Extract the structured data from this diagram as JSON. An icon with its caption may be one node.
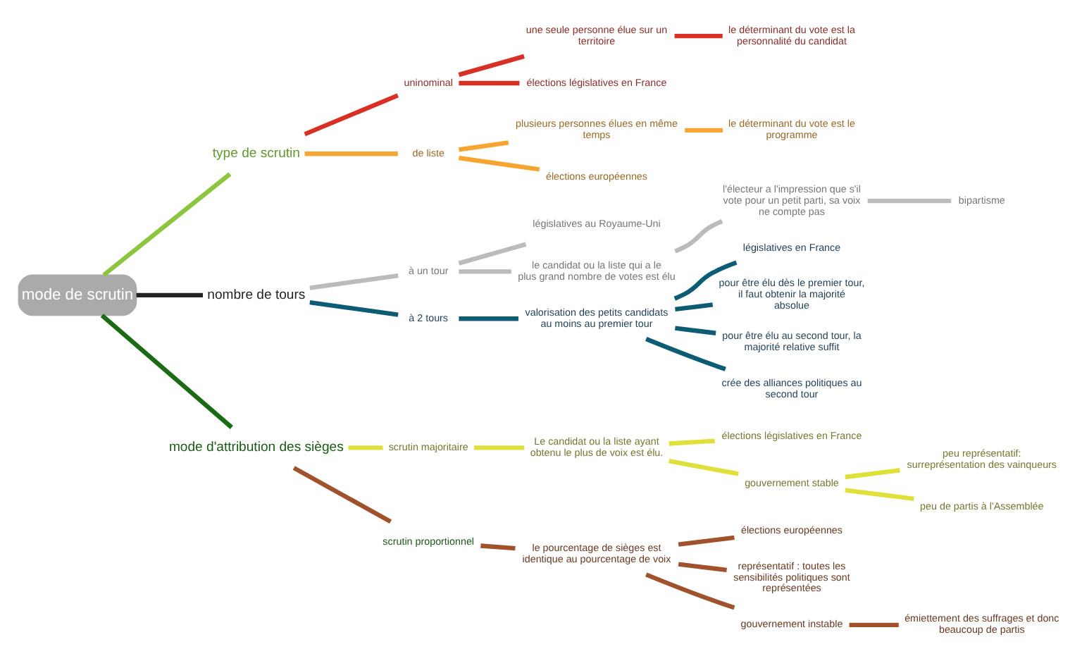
{
  "diagram": {
    "nodes": [
      {
        "text": [
          "mode de scrutin"
        ]
      },
      {
        "text": [
          "type de scrutin"
        ]
      },
      {
        "text": [
          "uninominal"
        ]
      },
      {
        "text": [
          "une seule personne élue sur un territoire"
        ]
      },
      {
        "text": [
          "le déterminant du vote est la personnalité du candidat"
        ]
      },
      {
        "text": [
          "élections législatives en France"
        ]
      },
      {
        "text": [
          "de liste"
        ]
      },
      {
        "text": [
          "plusieurs personnes élues en même temps"
        ]
      },
      {
        "text": [
          "le déterminant du vote est le programme"
        ]
      },
      {
        "text": [
          "élections européennes"
        ]
      },
      {
        "text": [
          "nombre de tours"
        ]
      },
      {
        "text": [
          "à un tour"
        ]
      },
      {
        "text": [
          "législatives au Royaume-Uni"
        ]
      },
      {
        "text": [
          "le candidat ou la liste qui a le plus grand nombre de votes est élu"
        ]
      },
      {
        "text": [
          "l'électeur a l'impression que s'il vote pour un petit parti, sa voix ne compte pas"
        ]
      },
      {
        "text": [
          "bipartisme"
        ]
      },
      {
        "text": [
          "à 2 tours"
        ]
      },
      {
        "text": [
          "valorisation des petits candidats au moins au premier tour"
        ]
      },
      {
        "text": [
          "législatives en France"
        ]
      },
      {
        "text": [
          "pour être élu dès le premier tour, il faut obtenir la majorité absolue"
        ]
      },
      {
        "text": [
          "pour être élu au second tour, la majorité relative suffit"
        ]
      },
      {
        "text": [
          "crée des alliances politiques au second tour"
        ]
      },
      {
        "text": [
          "mode d'attribution des sièges"
        ]
      },
      {
        "text": [
          "scrutin majoritaire"
        ]
      },
      {
        "text": [
          "Le candidat ou la liste ayant obtenu le plus de voix est élu."
        ]
      },
      {
        "text": [
          "élections législatives en France"
        ]
      },
      {
        "text": [
          "gouvernement stable"
        ]
      },
      {
        "text": [
          "peu représentatif: surreprésentation des vainqueurs"
        ]
      },
      {
        "text": [
          "peu de partis à l'Assemblée"
        ]
      },
      {
        "text": [
          "scrutin proportionnel"
        ]
      },
      {
        "text": [
          "le pourcentage de sièges est identique au pourcentage de voix"
        ]
      },
      {
        "text": [
          "élections européennes"
        ]
      },
      {
        "text": [
          "représentatif : toutes les sensibilités politiques sont représentées"
        ]
      },
      {
        "text": [
          "gouvernement instable"
        ]
      },
      {
        "text": [
          "émiettement des suffrages et donc beaucoup de partis"
        ]
      }
    ],
    "edges": [
      {
        "from": 0,
        "to": 1,
        "arrow": "none",
        "color": "#8cc63f"
      },
      {
        "from": 1,
        "to": 2,
        "arrow": "none",
        "color": "#d93025"
      },
      {
        "from": 2,
        "to": 3,
        "arrow": "none",
        "color": "#d93025"
      },
      {
        "from": 3,
        "to": 4,
        "arrow": "none",
        "color": "#d93025"
      },
      {
        "from": 2,
        "to": 5,
        "arrow": "none",
        "color": "#d93025"
      },
      {
        "from": 1,
        "to": 6,
        "arrow": "none",
        "color": "#f7a531"
      },
      {
        "from": 6,
        "to": 7,
        "arrow": "none",
        "color": "#f7a531"
      },
      {
        "from": 7,
        "to": 8,
        "arrow": "none",
        "color": "#f7a531"
      },
      {
        "from": 6,
        "to": 9,
        "arrow": "none",
        "color": "#f7a531"
      },
      {
        "from": 0,
        "to": 10,
        "arrow": "none",
        "color": "#222222"
      },
      {
        "from": 10,
        "to": 11,
        "arrow": "none",
        "color": "#bbbbbb"
      },
      {
        "from": 11,
        "to": 12,
        "arrow": "none",
        "color": "#bbbbbb"
      },
      {
        "from": 11,
        "to": 13,
        "arrow": "none",
        "color": "#bbbbbb"
      },
      {
        "from": 13,
        "to": 14,
        "arrow": "none",
        "color": "#bbbbbb"
      },
      {
        "from": 14,
        "to": 15,
        "arrow": "none",
        "color": "#bbbbbb"
      },
      {
        "from": 10,
        "to": 16,
        "arrow": "none",
        "color": "#0d5c75"
      },
      {
        "from": 16,
        "to": 17,
        "arrow": "none",
        "color": "#0d5c75"
      },
      {
        "from": 17,
        "to": 18,
        "arrow": "none",
        "color": "#0d5c75"
      },
      {
        "from": 17,
        "to": 19,
        "arrow": "none",
        "color": "#0d5c75"
      },
      {
        "from": 17,
        "to": 20,
        "arrow": "none",
        "color": "#0d5c75"
      },
      {
        "from": 17,
        "to": 21,
        "arrow": "none",
        "color": "#0d5c75"
      },
      {
        "from": 0,
        "to": 22,
        "arrow": "none",
        "color": "#1a6b14"
      },
      {
        "from": 22,
        "to": 23,
        "arrow": "none",
        "color": "#e0e03a"
      },
      {
        "from": 23,
        "to": 24,
        "arrow": "none",
        "color": "#e0e03a"
      },
      {
        "from": 24,
        "to": 25,
        "arrow": "none",
        "color": "#e0e03a"
      },
      {
        "from": 24,
        "to": 26,
        "arrow": "none",
        "color": "#e0e03a"
      },
      {
        "from": 26,
        "to": 27,
        "arrow": "none",
        "color": "#e0e03a"
      },
      {
        "from": 26,
        "to": 28,
        "arrow": "none",
        "color": "#e0e03a"
      },
      {
        "from": 22,
        "to": 29,
        "arrow": "none",
        "color": "#a0522d"
      },
      {
        "from": 29,
        "to": 30,
        "arrow": "none",
        "color": "#a0522d"
      },
      {
        "from": 30,
        "to": 31,
        "arrow": "none",
        "color": "#a0522d"
      },
      {
        "from": 30,
        "to": 32,
        "arrow": "none",
        "color": "#a0522d"
      },
      {
        "from": 30,
        "to": 33,
        "arrow": "none",
        "color": "#a0522d"
      },
      {
        "from": 33,
        "to": 34,
        "arrow": "none",
        "color": "#a0522d"
      }
    ]
  }
}
